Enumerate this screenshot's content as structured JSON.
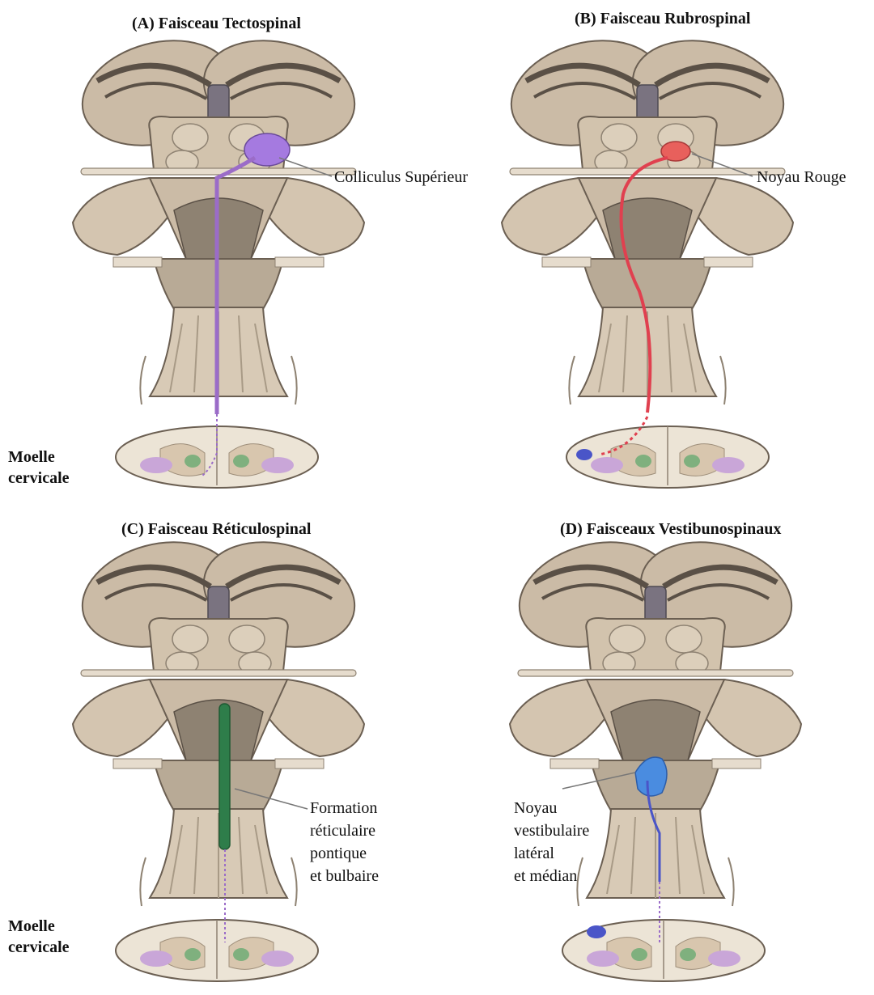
{
  "panels": {
    "a": {
      "title": "(A) Faisceau Tectospinal",
      "label": "Colliculus Supérieur",
      "tract_color": "#9b6cc8",
      "nucleus_color": "#a57ae0"
    },
    "b": {
      "title": "(B) Faisceau Rubrospinal",
      "label": "Noyau Rouge",
      "tract_color": "#e0404f",
      "nucleus_color": "#e8605c"
    },
    "c": {
      "title": "(C) Faisceau Réticulospinal",
      "label_lines": [
        "Formation",
        "réticulaire",
        "pontique",
        "et bulbaire"
      ],
      "tract_color": "#2e7d4a"
    },
    "d": {
      "title": "(D) Faisceaux Vestibunospinaux",
      "label_lines": [
        "Noyau",
        "vestibulaire",
        "latéral",
        "et médian"
      ],
      "tract_color": "#4a55c8",
      "nucleus_color": "#4a8ce0"
    }
  },
  "spinal_label": {
    "line1": "Moelle",
    "line2": "cervicale"
  },
  "colors": {
    "tissue": "#cbbba6",
    "tissue_dark": "#8e8272",
    "tissue_light": "#e6dccd",
    "outline": "#6b5f52",
    "gray_matter": "#c9a6d8",
    "green_nucleus": "#7fb07e"
  }
}
